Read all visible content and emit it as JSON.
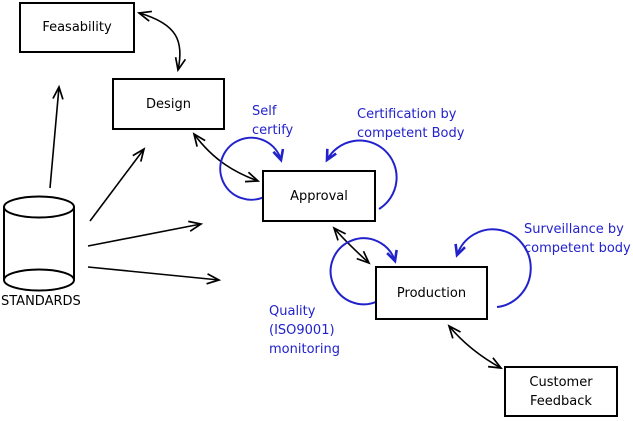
{
  "diagram": {
    "colors": {
      "background": "#ffffff",
      "line": "#000000",
      "accent_blue": "#2222cc"
    },
    "boxes": [
      {
        "id": "feasability",
        "label": "Feasability"
      },
      {
        "id": "design",
        "label": "Design"
      },
      {
        "id": "approval",
        "label": "Approval"
      },
      {
        "id": "production",
        "label": "Production"
      },
      {
        "id": "customer-feedback",
        "label": "Customer Feedback",
        "lines": [
          "Customer",
          "Feedback"
        ]
      }
    ],
    "datastore": {
      "id": "standards",
      "label": "STANDARDS",
      "shape": "cylinder"
    },
    "annotations": [
      {
        "id": "self-certify",
        "lines": [
          "Self",
          "certify"
        ],
        "attached_to": "Approval"
      },
      {
        "id": "certification",
        "lines": [
          "Certification by",
          "competent Body"
        ],
        "attached_to": "Approval"
      },
      {
        "id": "surveillance",
        "lines": [
          "Surveillance by",
          "competent body"
        ],
        "attached_to": "Production"
      },
      {
        "id": "quality-monitoring",
        "lines": [
          "Quality",
          "(ISO9001)",
          "monitoring"
        ],
        "attached_to": "Production"
      }
    ],
    "connections": [
      {
        "from": "Feasability",
        "to": "Design",
        "bidirectional": true,
        "color": "#000000"
      },
      {
        "from": "Design",
        "to": "Approval",
        "bidirectional": true,
        "color": "#000000"
      },
      {
        "from": "Approval",
        "to": "Production",
        "bidirectional": true,
        "color": "#000000"
      },
      {
        "from": "Production",
        "to": "Customer Feedback",
        "bidirectional": true,
        "color": "#000000"
      },
      {
        "from": "STANDARDS",
        "to": "Feasability",
        "bidirectional": false,
        "color": "#000000"
      },
      {
        "from": "STANDARDS",
        "to": "Design",
        "bidirectional": false,
        "color": "#000000"
      },
      {
        "from": "STANDARDS",
        "to": "Approval",
        "bidirectional": false,
        "color": "#000000"
      },
      {
        "from": "STANDARDS",
        "to": "Production",
        "bidirectional": false,
        "color": "#000000"
      }
    ],
    "self_loops": [
      {
        "on": "Approval",
        "side": "top-left",
        "label": "Self certify",
        "color": "#2222cc"
      },
      {
        "on": "Approval",
        "side": "top-right",
        "label": "Certification by competent Body",
        "color": "#2222cc"
      },
      {
        "on": "Production",
        "side": "top-left",
        "label": "Quality (ISO9001) monitoring",
        "color": "#2222cc"
      },
      {
        "on": "Production",
        "side": "top-right",
        "label": "Surveillance by competent body",
        "color": "#2222cc"
      }
    ]
  }
}
